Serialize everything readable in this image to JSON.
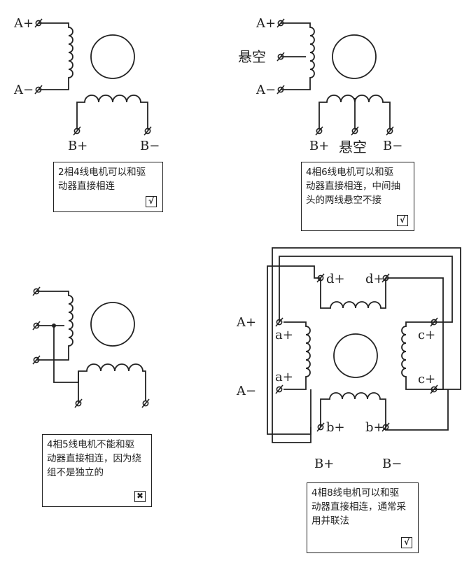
{
  "diagrams": [
    {
      "id": "two-phase-4-wire",
      "labels": {
        "a_plus": "A+",
        "a_minus": "A−",
        "b_plus": "B+",
        "b_minus": "B−"
      },
      "note": {
        "text": "2相4线电机可以和驱\n动器直接相连",
        "mark": "√"
      }
    },
    {
      "id": "four-phase-6-wire",
      "labels": {
        "a_plus": "A+",
        "a_center": "悬空",
        "a_minus": "A−",
        "b_plus": "B+",
        "b_center": "悬空",
        "b_minus": "B−"
      },
      "note": {
        "text": "4相6线电机可以和驱\n动器直接相连，中间抽\n头的两线悬空不接",
        "mark": "√"
      }
    },
    {
      "id": "four-phase-5-wire",
      "labels": {},
      "note": {
        "text": "4相5线电机不能和驱\n动器直接相连，因为绕\n组不是独立的",
        "mark": "✖"
      }
    },
    {
      "id": "four-phase-8-wire",
      "labels": {
        "d_plus_left": "d+",
        "d_plus_right": "d+",
        "a_plus_out": "A+",
        "a_minus_out": "A−",
        "a_plus_top": "a+",
        "a_plus_bottom": "a+",
        "c_plus_top": "c+",
        "c_plus_bottom": "c+",
        "b_plus_left": "b+",
        "b_plus_right": "b+",
        "b_plus_out": "B+",
        "b_minus_out": "B−"
      },
      "note": {
        "text": "4相8线电机可以和驱\n动器直接相连，通常采\n用并联法",
        "mark": "√"
      }
    }
  ]
}
